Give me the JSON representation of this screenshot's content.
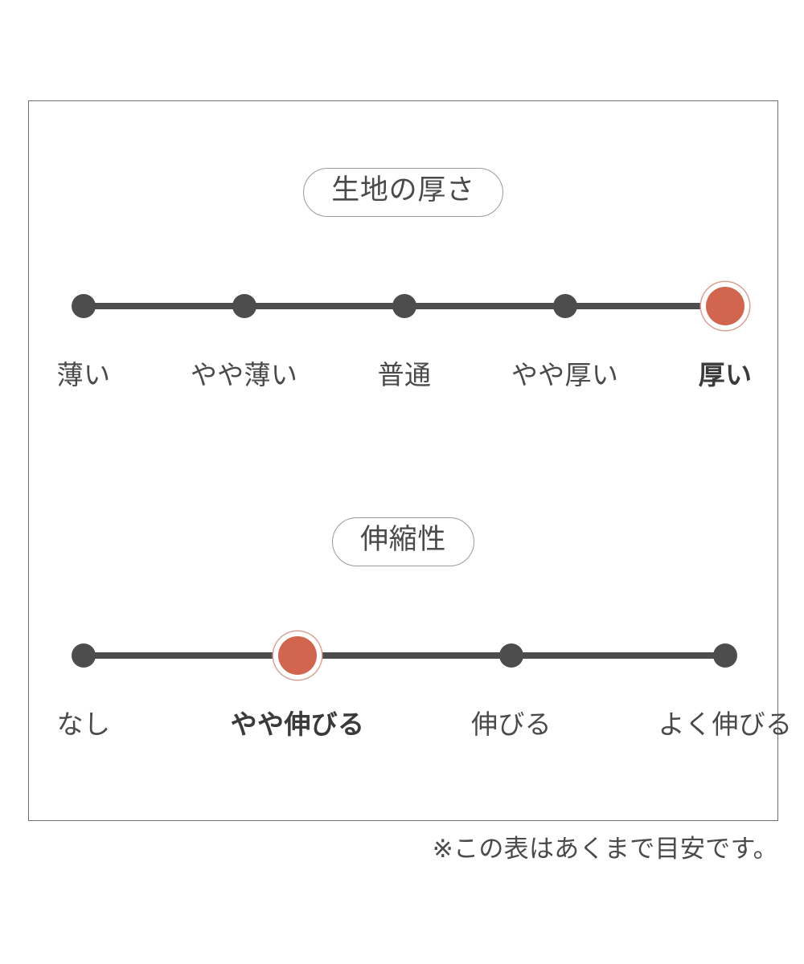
{
  "colors": {
    "frame_border": "#6e6e6e",
    "pill_border": "#9a9a9a",
    "track": "#4d4d4d",
    "dot_inactive": "#4d4d4d",
    "dot_active": "#d1654d",
    "dot_active_ring": "#d8a193",
    "text": "#4a4a4a",
    "background": "#ffffff"
  },
  "sections": [
    {
      "title": "生地の厚さ",
      "stops": [
        {
          "label": "薄い",
          "active": false
        },
        {
          "label": "やや薄い",
          "active": false
        },
        {
          "label": "普通",
          "active": false
        },
        {
          "label": "やや厚い",
          "active": false
        },
        {
          "label": "厚い",
          "active": true
        }
      ],
      "selected_index": 4,
      "selected_label": "厚い"
    },
    {
      "title": "伸縮性",
      "stops": [
        {
          "label": "なし",
          "active": false
        },
        {
          "label": "やや伸びる",
          "active": true
        },
        {
          "label": "伸びる",
          "active": false
        },
        {
          "label": "よく伸びる",
          "active": false
        }
      ],
      "selected_index": 1,
      "selected_label": "やや伸びる"
    }
  ],
  "footnote": "※この表はあくまで目安です。",
  "chart_data": {
    "type": "table",
    "title": "生地の厚さ・伸縮性",
    "series": [
      {
        "name": "生地の厚さ",
        "categories": [
          "薄い",
          "やや薄い",
          "普通",
          "やや厚い",
          "厚い"
        ],
        "values": [
          0,
          0,
          0,
          0,
          1
        ],
        "selected": "厚い",
        "selected_index": 4,
        "scale_positions_pct": [
          0,
          25,
          50,
          75,
          100
        ]
      },
      {
        "name": "伸縮性",
        "categories": [
          "なし",
          "やや伸びる",
          "伸びる",
          "よく伸びる"
        ],
        "values": [
          0,
          1,
          0,
          0
        ],
        "selected": "やや伸びる",
        "selected_index": 1,
        "scale_positions_pct": [
          0,
          33.33,
          66.67,
          100
        ]
      }
    ],
    "annotations": [
      "※この表はあくまで目安です。"
    ],
    "legend": "",
    "grid": false
  }
}
